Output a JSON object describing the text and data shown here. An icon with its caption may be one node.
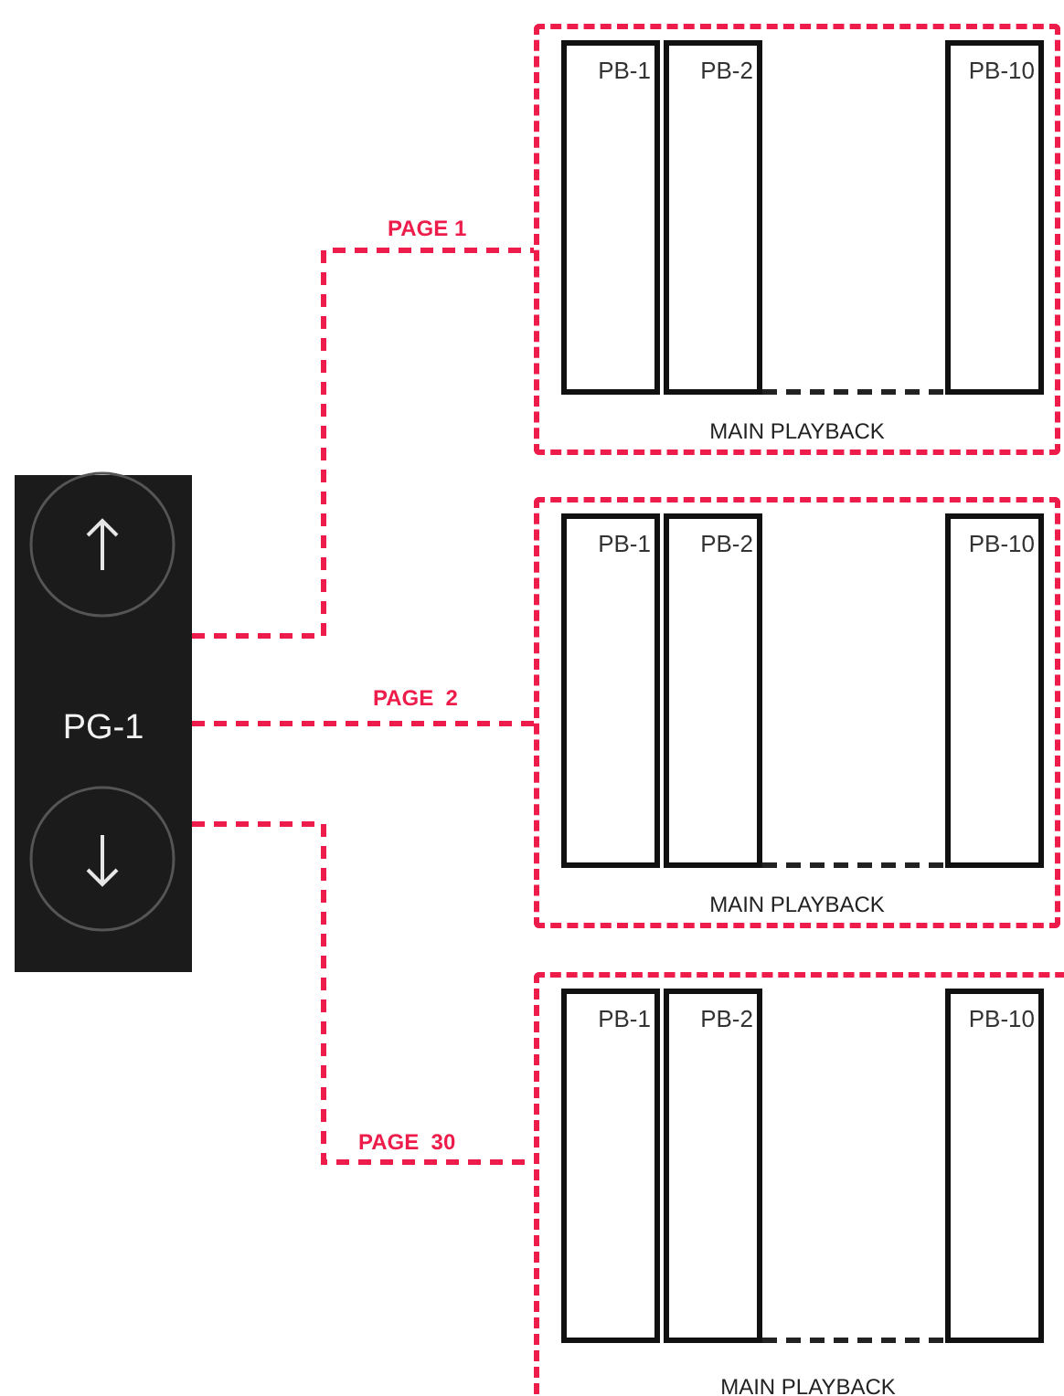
{
  "diagram": {
    "nodes": [
      {
        "text": [
          "PG-1"
        ]
      },
      {
        "text": [
          "MAIN PLAYBACK"
        ]
      },
      {
        "text": [
          "PB-1"
        ],
        "in": 1
      },
      {
        "text": [
          "PB-2"
        ],
        "in": 1
      },
      {
        "text": [
          "PB-10"
        ],
        "in": 1
      },
      {
        "text": [
          "MAIN PLAYBACK"
        ]
      },
      {
        "text": [
          "PB-1"
        ],
        "in": 5
      },
      {
        "text": [
          "PB-2"
        ],
        "in": 5
      },
      {
        "text": [
          "PB-10"
        ],
        "in": 5
      },
      {
        "text": [
          "MAIN PLAYBACK"
        ]
      },
      {
        "text": [
          "PB-1"
        ],
        "in": 9
      },
      {
        "text": [
          "PB-2"
        ],
        "in": 9
      },
      {
        "text": [
          "PB-10"
        ],
        "in": 9
      }
    ],
    "edges": [
      {
        "from": 0,
        "to": 1,
        "arrow": "none",
        "label": "PAGE 1",
        "style": "dashed"
      },
      {
        "from": 0,
        "to": 5,
        "arrow": "none",
        "label": "PAGE  2",
        "style": "dashed"
      },
      {
        "from": 0,
        "to": 9,
        "arrow": "none",
        "label": "PAGE  30",
        "style": "dashed"
      },
      {
        "from": 3,
        "to": 4,
        "arrow": "none",
        "style": "dashed",
        "color": "#222222"
      },
      {
        "from": 7,
        "to": 8,
        "arrow": "none",
        "style": "dashed",
        "color": "#222222"
      },
      {
        "from": 11,
        "to": 12,
        "arrow": "none",
        "style": "dashed",
        "color": "#222222"
      }
    ]
  }
}
